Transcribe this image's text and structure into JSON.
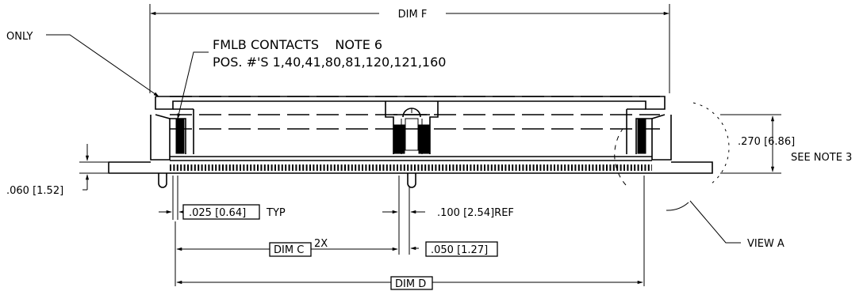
{
  "labels": {
    "dim_f": "DIM F",
    "only": "ONLY",
    "fmlb_line1": "FMLB CONTACTS    NOTE 6",
    "fmlb_line2": "POS. #'S 1,40,41,80,81,120,121,160",
    "height": ".270 [6.86]",
    "see_note": "SEE NOTE 3",
    "flange": ".060 [1.52]",
    "pitch": ".025 [0.64]",
    "typ": "TYP",
    "ref": ".100 [2.54]REF",
    "dim_c": "DIM C",
    "two_x": "2X",
    "offset": ".050 [1.27]",
    "view_a": "VIEW A",
    "dim_d": "DIM D"
  }
}
